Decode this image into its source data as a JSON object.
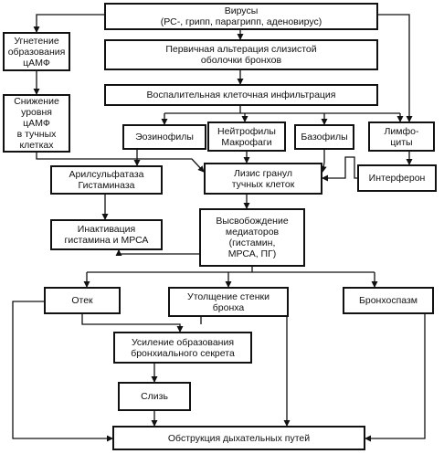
{
  "nodes": {
    "viruses": "Вирусы\n(РС-, грипп, парагрипп, аденовирус)",
    "camp_inhibition": "Угнетение\nобразования\nцАМФ",
    "primary_alteration": "Первичная альтерация слизистой\nоболочки бронхов",
    "camp_decrease": "Снижение\nуровня цАМФ\nв тучных\nклетках",
    "inflammatory_infiltration": "Воспалительная клеточная инфильтрация",
    "eosinophils": "Эозинофилы",
    "neutrophils_macrophages": "Нейтрофилы\nМакрофаги",
    "basophils": "Базофилы",
    "lymphocytes": "Лимфо-\nциты",
    "arylsulfatase": "Арилсульфатаза\nГистаминаза",
    "mast_cell_lysis": "Лизис гранул\nтучных клеток",
    "interferon": "Интерферон",
    "inactivation": "Инактивация\nгистамина и МРСА",
    "mediator_release": "Высвобождение\nмедиаторов\n(гистамин,\nМРСА, ПГ)",
    "edema": "Отек",
    "wall_thickening": "Утолщение стенки\nбронха",
    "bronchospasm": "Бронхоспазм",
    "secretion_increase": "Усиление образования\nбронхиального секрета",
    "mucus": "Слизь",
    "obstruction": "Обструкция дыхательных путей"
  },
  "edges": [
    [
      "viruses",
      "primary_alteration"
    ],
    [
      "viruses",
      "camp_inhibition"
    ],
    [
      "viruses",
      "lymphocytes"
    ],
    [
      "camp_inhibition",
      "camp_decrease"
    ],
    [
      "primary_alteration",
      "inflammatory_infiltration"
    ],
    [
      "inflammatory_infiltration",
      "eosinophils"
    ],
    [
      "inflammatory_infiltration",
      "neutrophils_macrophages"
    ],
    [
      "inflammatory_infiltration",
      "basophils"
    ],
    [
      "inflammatory_infiltration",
      "lymphocytes"
    ],
    [
      "camp_decrease",
      "mast_cell_lysis"
    ],
    [
      "eosinophils",
      "arylsulfatase"
    ],
    [
      "neutrophils_macrophages",
      "mast_cell_lysis"
    ],
    [
      "basophils",
      "mast_cell_lysis"
    ],
    [
      "lymphocytes",
      "interferon"
    ],
    [
      "interferon",
      "mast_cell_lysis"
    ],
    [
      "arylsulfatase",
      "inactivation"
    ],
    [
      "mast_cell_lysis",
      "mediator_release"
    ],
    [
      "mediator_release",
      "inactivation"
    ],
    [
      "mediator_release",
      "edema"
    ],
    [
      "mediator_release",
      "wall_thickening"
    ],
    [
      "mediator_release",
      "bronchospasm"
    ],
    [
      "edema",
      "secretion_increase"
    ],
    [
      "secretion_increase",
      "mucus"
    ],
    [
      "mucus",
      "obstruction"
    ],
    [
      "edema",
      "obstruction"
    ],
    [
      "wall_thickening",
      "obstruction"
    ],
    [
      "bronchospasm",
      "obstruction"
    ]
  ]
}
